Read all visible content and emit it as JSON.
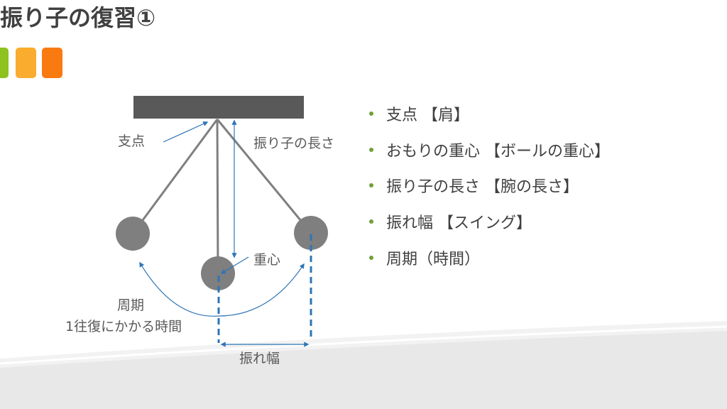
{
  "slide": {
    "title": "振り子の復習①",
    "accent_colors": [
      "#8dc21f",
      "#f9ac2d",
      "#fa7a12"
    ],
    "bullets": [
      "支点 【肩】",
      "おもりの重心 【ボールの重心】",
      "振り子の長さ 【腕の長さ】",
      "振れ幅 【スイング】",
      "周期（時間）"
    ]
  },
  "diagram": {
    "pivot_label": "支点",
    "length_label": "振り子の長さ",
    "center_label": "重心",
    "period_label": "周期",
    "period_desc": "1往復にかかる時間",
    "amplitude_label": "振れ幅",
    "arrow_color": "#2e75b6"
  }
}
